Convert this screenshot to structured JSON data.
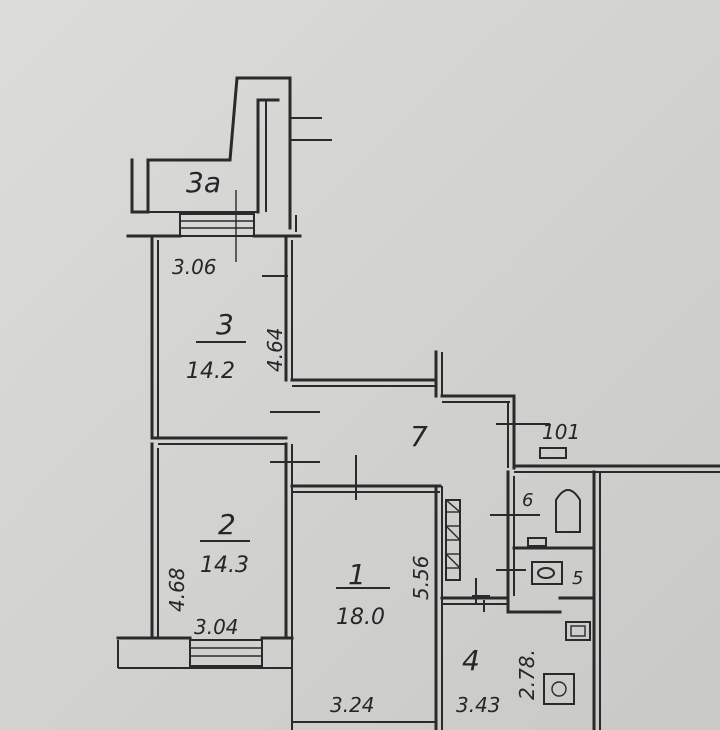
{
  "plan": {
    "rooms": [
      {
        "id": "3a",
        "number": "3a"
      },
      {
        "id": "3",
        "number": "3",
        "area": "14.2"
      },
      {
        "id": "2",
        "number": "2",
        "area": "14.3"
      },
      {
        "id": "1",
        "number": "1",
        "area": "18.0"
      },
      {
        "id": "7",
        "number": "7"
      },
      {
        "id": "6",
        "number": "6"
      },
      {
        "id": "5",
        "number": "5"
      },
      {
        "id": "4",
        "number": "4"
      }
    ],
    "dimensions": {
      "room3_width": "3.06",
      "room3_length": "4.64",
      "room2_length": "4.68",
      "room2_width": "3.04",
      "room1_length": "5.56",
      "room1_width": "3.24",
      "room4_width": "3.43",
      "room4_length": "2.78."
    },
    "unit_number": "101"
  }
}
